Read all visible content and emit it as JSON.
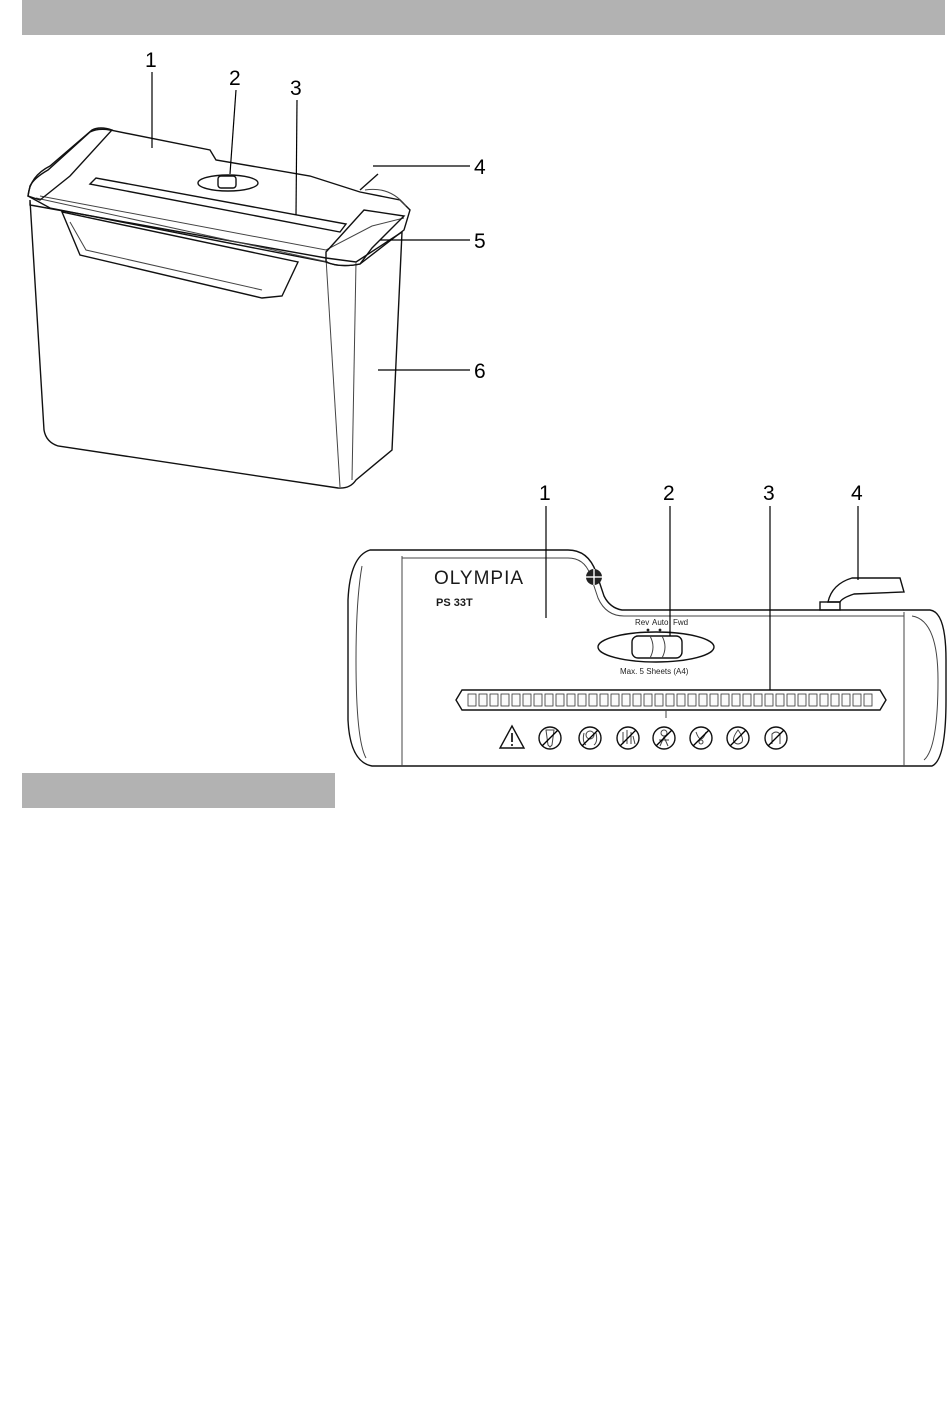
{
  "diagram": {
    "perspective_view": {
      "callouts": [
        "1",
        "2",
        "3",
        "4",
        "5",
        "6"
      ]
    },
    "top_view": {
      "callouts": [
        "1",
        "2",
        "3",
        "4"
      ],
      "brand": "OLYMPIA",
      "model": "PS 33T",
      "switch_labels": [
        "Rev",
        "Auto",
        "Fwd"
      ],
      "capacity_label": "Max. 5 Sheets (A4)",
      "warning_icons": [
        "warning-triangle-icon",
        "no-tie-icon",
        "no-hair-icon",
        "no-hand-icon",
        "no-child-icon",
        "no-jewelry-icon",
        "no-liquid-icon",
        "no-finger-icon"
      ]
    }
  },
  "colors": {
    "header_bar": "#b2b2b2",
    "line": "#000000",
    "panel_fill": "#f2f2f2"
  }
}
